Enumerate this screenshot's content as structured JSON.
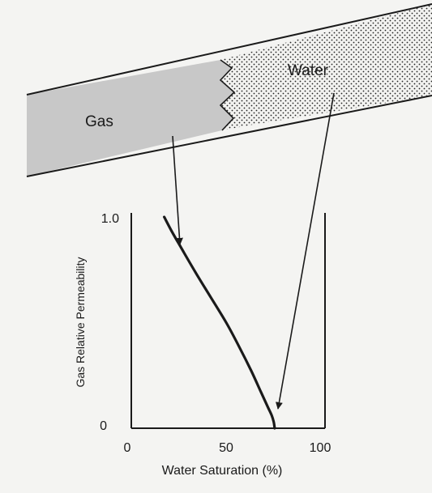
{
  "diagram": {
    "gas_label": "Gas",
    "water_label": "Water",
    "colors": {
      "gas_fill": "#c8c8c8",
      "water_fill": "#f2f2f0",
      "ink": "#1a1a1a"
    }
  },
  "chart_data": {
    "type": "line",
    "xlabel": "Water Saturation (%)",
    "ylabel": "Gas Relative Permeability",
    "xlim": [
      0,
      100
    ],
    "ylim": [
      0,
      1.0
    ],
    "x_ticks": [
      0,
      50,
      100
    ],
    "y_ticks": [
      0,
      1.0
    ],
    "x_tick_labels": [
      "0",
      "50",
      "100"
    ],
    "y_tick_labels": [
      "0",
      "1.0"
    ],
    "grid": false,
    "series": [
      {
        "x": [
          17,
          21,
          26,
          33,
          41,
          49,
          56,
          62,
          67,
          70.5,
          72.5,
          73.5,
          74
        ],
        "y": [
          1.0,
          0.93,
          0.85,
          0.74,
          0.62,
          0.5,
          0.38,
          0.27,
          0.17,
          0.1,
          0.06,
          0.03,
          0.0
        ]
      }
    ]
  }
}
